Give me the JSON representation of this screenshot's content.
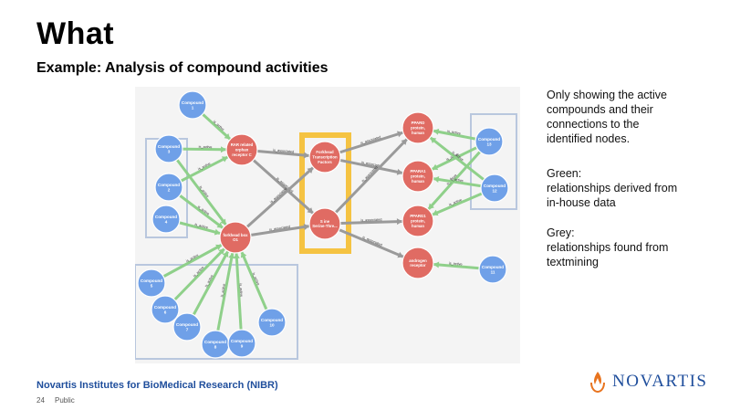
{
  "slide": {
    "title": "What",
    "subtitle": "Example: Analysis of compound activities"
  },
  "notes": {
    "a": [
      "Only showing the active",
      "compounds and their",
      "connections to the",
      "identified nodes."
    ],
    "b": [
      "Green:",
      "relationships derived from",
      "in-house data"
    ],
    "c": [
      "Grey:",
      "relationships found from",
      "textmining"
    ]
  },
  "footer": {
    "org": "Novartis Institutes for BioMedical Research (NIBR)",
    "page": "24",
    "classification": "Public",
    "logo_text": "NOVARTIS"
  },
  "colors": {
    "compound_node": "#6fa0e8",
    "target_node": "#e06b63",
    "green_edge": "#8fd08a",
    "grey_edge": "#9a9a9a",
    "group_box": "#b9c7de",
    "highlight_box": "#f5c342",
    "brand_blue": "#1f4e9c",
    "brand_orange": "#e8731e"
  },
  "diagram": {
    "nodes": [
      {
        "id": "c1",
        "kind": "compound",
        "label": [
          "Compound",
          "1"
        ]
      },
      {
        "id": "c3",
        "kind": "compound",
        "label": [
          "Compound",
          "3"
        ]
      },
      {
        "id": "c2",
        "kind": "compound",
        "label": [
          "Compound",
          "2"
        ]
      },
      {
        "id": "c4",
        "kind": "compound",
        "label": [
          "Compound",
          "4"
        ]
      },
      {
        "id": "c5",
        "kind": "compound",
        "label": [
          "Compound",
          "5"
        ]
      },
      {
        "id": "c6",
        "kind": "compound",
        "label": [
          "Compound",
          "6"
        ]
      },
      {
        "id": "c7",
        "kind": "compound",
        "label": [
          "Compound",
          "7"
        ]
      },
      {
        "id": "c8",
        "kind": "compound",
        "label": [
          "Compound",
          "8"
        ]
      },
      {
        "id": "c9",
        "kind": "compound",
        "label": [
          "Compound",
          "9"
        ]
      },
      {
        "id": "c10",
        "kind": "compound",
        "label": [
          "Compound",
          "10"
        ]
      },
      {
        "id": "c11",
        "kind": "compound",
        "label": [
          "Compound",
          "11"
        ]
      },
      {
        "id": "c12",
        "kind": "compound",
        "label": [
          "Compound",
          "12"
        ]
      },
      {
        "id": "c13",
        "kind": "compound",
        "label": [
          "Compound",
          "13"
        ]
      },
      {
        "id": "rar",
        "kind": "target",
        "label": [
          "RAR related",
          "orphan",
          "receptor C"
        ]
      },
      {
        "id": "fox",
        "kind": "target",
        "label": [
          "forkhead box",
          "O1"
        ]
      },
      {
        "id": "ntf",
        "kind": "target",
        "label": [
          "Forkhead",
          "Transcription",
          "Factors"
        ]
      },
      {
        "id": "stk",
        "kind": "target",
        "label": [
          "S ine",
          "Serine-Thre..."
        ]
      },
      {
        "id": "ppd",
        "kind": "target",
        "label": [
          "PPARD",
          "protein,",
          "human"
        ]
      },
      {
        "id": "ppa",
        "kind": "target",
        "label": [
          "PPARA1",
          "protein,",
          "human"
        ]
      },
      {
        "id": "ppg",
        "kind": "target",
        "label": [
          "PPARG1",
          "protein,",
          "human"
        ]
      },
      {
        "id": "andr",
        "kind": "target",
        "label": [
          "androgen",
          "receptor"
        ]
      }
    ],
    "edges": [
      {
        "from": "c1",
        "to": "rar",
        "type": "green",
        "label": "is_active"
      },
      {
        "from": "c3",
        "to": "rar",
        "type": "green",
        "label": "is_active"
      },
      {
        "from": "c2",
        "to": "rar",
        "type": "green",
        "label": "is_active"
      },
      {
        "from": "c3",
        "to": "fox",
        "type": "green",
        "label": "is_active"
      },
      {
        "from": "c2",
        "to": "fox",
        "type": "green",
        "label": "is_active"
      },
      {
        "from": "c4",
        "to": "fox",
        "type": "green",
        "label": "is_active"
      },
      {
        "from": "c5",
        "to": "fox",
        "type": "green",
        "label": "is_active"
      },
      {
        "from": "c6",
        "to": "fox",
        "type": "green",
        "label": "is_active"
      },
      {
        "from": "c7",
        "to": "fox",
        "type": "green",
        "label": "is_active"
      },
      {
        "from": "c8",
        "to": "fox",
        "type": "green",
        "label": "is_active"
      },
      {
        "from": "c9",
        "to": "fox",
        "type": "green",
        "label": "is_active"
      },
      {
        "from": "c10",
        "to": "fox",
        "type": "green",
        "label": "is_active"
      },
      {
        "from": "c11",
        "to": "andr",
        "type": "green",
        "label": "is_active"
      },
      {
        "from": "c13",
        "to": "ppd",
        "type": "green",
        "label": "is_active"
      },
      {
        "from": "c13",
        "to": "ppa",
        "type": "green",
        "label": "is_active"
      },
      {
        "from": "c13",
        "to": "ppg",
        "type": "green",
        "label": "is_active"
      },
      {
        "from": "c12",
        "to": "ppd",
        "type": "green",
        "label": "is_active"
      },
      {
        "from": "c12",
        "to": "ppa",
        "type": "green",
        "label": "is_active"
      },
      {
        "from": "c12",
        "to": "ppg",
        "type": "green",
        "label": "is_active"
      },
      {
        "from": "rar",
        "to": "ntf",
        "type": "grey",
        "label": "is_associated"
      },
      {
        "from": "rar",
        "to": "stk",
        "type": "grey",
        "label": "is_associated"
      },
      {
        "from": "fox",
        "to": "ntf",
        "type": "grey",
        "label": "is_associated"
      },
      {
        "from": "fox",
        "to": "stk",
        "type": "grey",
        "label": "is_associated"
      },
      {
        "from": "ntf",
        "to": "ppd",
        "type": "grey",
        "label": "is_associated"
      },
      {
        "from": "ntf",
        "to": "ppa",
        "type": "grey",
        "label": "is_associated"
      },
      {
        "from": "stk",
        "to": "ppd",
        "type": "grey",
        "label": "is_associated"
      },
      {
        "from": "stk",
        "to": "ppg",
        "type": "grey",
        "label": "is_associated"
      },
      {
        "from": "stk",
        "to": "andr",
        "type": "grey",
        "label": "is_associated"
      }
    ]
  }
}
